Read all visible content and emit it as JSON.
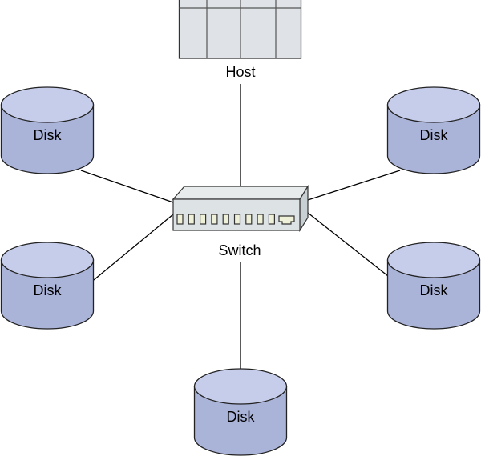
{
  "diagram": {
    "type": "network-topology",
    "colors": {
      "disk_fill": "#aab3d8",
      "disk_top_fill": "#c6cdeb",
      "host_fill": "#dfe2e6",
      "switch_front": "#dde2e4",
      "switch_top": "#e8ebec",
      "switch_side": "#c9d0d3",
      "port_fill": "#eef0d8",
      "line": "#000000"
    },
    "nodes": {
      "host": {
        "label": "Host"
      },
      "switch": {
        "label": "Switch",
        "port_count": 9,
        "uplink_port": true
      },
      "disk_top_left": {
        "label": "Disk"
      },
      "disk_mid_left": {
        "label": "Disk"
      },
      "disk_top_right": {
        "label": "Disk"
      },
      "disk_mid_right": {
        "label": "Disk"
      },
      "disk_bottom": {
        "label": "Disk"
      }
    },
    "edges": [
      {
        "from": "switch",
        "to": "host"
      },
      {
        "from": "switch",
        "to": "disk_top_left"
      },
      {
        "from": "switch",
        "to": "disk_mid_left"
      },
      {
        "from": "switch",
        "to": "disk_top_right"
      },
      {
        "from": "switch",
        "to": "disk_mid_right"
      },
      {
        "from": "switch",
        "to": "disk_bottom"
      }
    ]
  }
}
